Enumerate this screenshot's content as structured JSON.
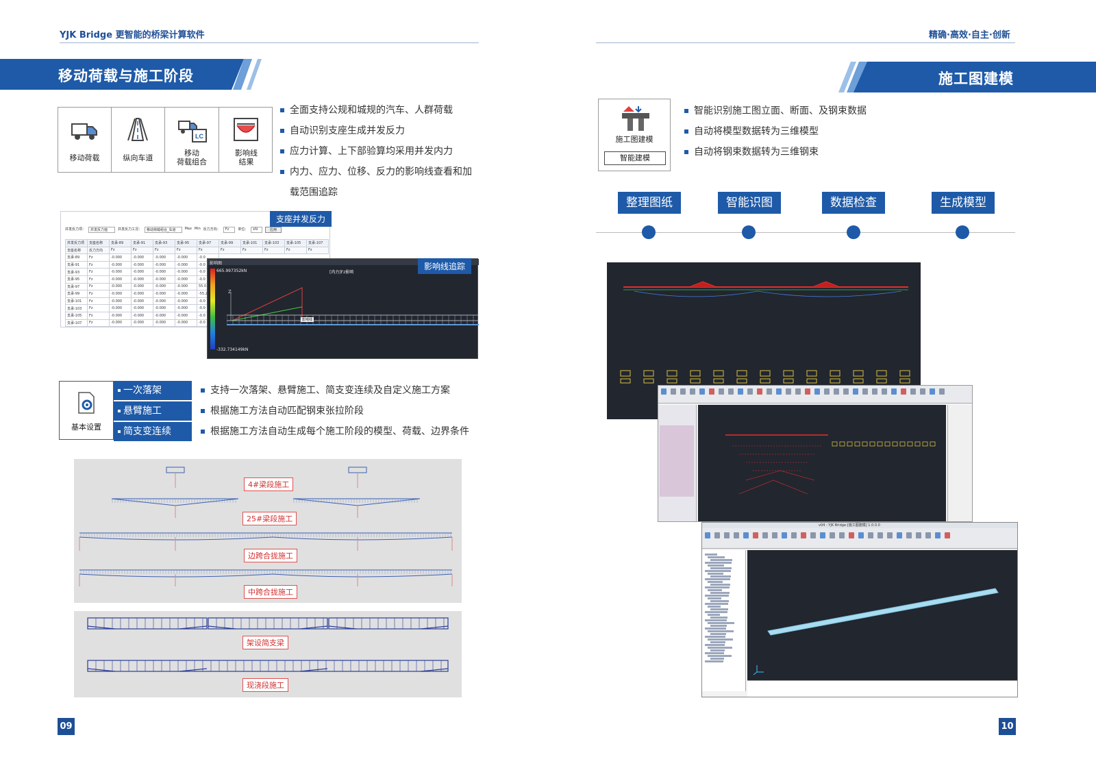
{
  "header": {
    "left_title": "YJK Bridge 更智能的桥梁计算软件",
    "right_title": "精确·高效·自主·创新"
  },
  "left": {
    "section_title": "移动荷载与施工阶段",
    "icon_items": [
      {
        "label": "移动荷载",
        "icon": "truck-icon"
      },
      {
        "label": "纵向车道",
        "icon": "lane-icon"
      },
      {
        "label": "移动\n荷载组合",
        "icon": "load-combo-icon"
      },
      {
        "label": "影响线\n结果",
        "icon": "influence-line-icon"
      }
    ],
    "icon_badge": "LC",
    "bullets_top": [
      "全面支持公规和城规的汽车、人群荷载",
      "自动识别支座生成并发反力",
      "应力计算、上下部验算均采用并发内力",
      "内力、应力、位移、反力的影响线查看和加载范围追踪"
    ],
    "shot_tags": {
      "reaction": "支座并发反力",
      "influence": "影响线追踪"
    },
    "reaction_table": {
      "controls": [
        "并发反力项：",
        "并发反力值",
        "并发反力工况：",
        "移动荷载组合_车道",
        "Max",
        "Min",
        "反力方向：",
        "Fz",
        "单位：",
        "kN",
        "应用"
      ],
      "header": [
        "并发反力项",
        "支座名称",
        "支承-89",
        "支承-91",
        "支承-93",
        "支承-95",
        "支承-97",
        "支承-99",
        "支承-101",
        "支承-103",
        "支承-105",
        "支承-107"
      ],
      "sub": [
        "支座名称",
        "反力方向",
        "Fz",
        "Fz",
        "Fz",
        "Fz",
        "Fz",
        "Fz",
        "Fz",
        "Fz",
        "Fz",
        "Fz"
      ],
      "rows": [
        [
          "支承-89",
          "Fz",
          "-0.000",
          "-0.000",
          "-0.000",
          "-0.000",
          "-0.0"
        ],
        [
          "支承-91",
          "Fz",
          "-0.000",
          "-0.000",
          "-0.000",
          "-0.000",
          "-0.0"
        ],
        [
          "支承-93",
          "Fz",
          "-0.000",
          "-0.000",
          "-0.000",
          "-0.000",
          "-0.0"
        ],
        [
          "支承-95",
          "Fz",
          "-0.000",
          "-0.000",
          "-0.000",
          "-0.000",
          "-0.0"
        ],
        [
          "支承-97",
          "Fz",
          "-0.000",
          "-0.000",
          "-0.000",
          "-0.000",
          "55.0"
        ],
        [
          "支承-99",
          "Fz",
          "-0.000",
          "-0.000",
          "-0.000",
          "-0.000",
          "-55.2"
        ],
        [
          "支承-101",
          "Fz",
          "-0.000",
          "-0.000",
          "-0.000",
          "-0.000",
          "-0.0"
        ],
        [
          "支承-103",
          "Fz",
          "-0.000",
          "-0.000",
          "-0.000",
          "-0.000",
          "-0.0"
        ],
        [
          "支承-105",
          "Fz",
          "-0.000",
          "-0.000",
          "-0.000",
          "-0.000",
          "-0.0"
        ],
        [
          "支承-107",
          "Fz",
          "-0.000",
          "-0.000",
          "-0.000",
          "-0.000",
          "-0.0"
        ]
      ]
    },
    "influence": {
      "panel_label": "影响图",
      "max_value": "665.997352kN",
      "min_value": "-332.734149kN",
      "caption": "[内力]Fz影响",
      "marker": "影响线",
      "axis": "Z"
    },
    "basic_settings_label": "基本设置",
    "construction_methods": [
      "一次落架",
      "悬臂施工",
      "简支变连续"
    ],
    "bullets_bottom": [
      "支持一次落架、悬臂施工、简支变连续及自定义施工方案",
      "根据施工方法自动匹配钢束张拉阶段",
      "根据施工方法自动生成每个施工阶段的模型、荷载、边界条件"
    ],
    "cantilever_stages": [
      "4#梁段施工",
      "25#梁段施工",
      "边跨合拢施工",
      "中跨合拢施工"
    ],
    "simple_stages": [
      "架设简支梁",
      "现浇段施工"
    ],
    "page_number": "09"
  },
  "right": {
    "section_title": "施工图建模",
    "module_label": "施工图建模",
    "module_button": "智能建模",
    "bullets": [
      "智能识别施工图立面、断面、及钢束数据",
      "自动将模型数据转为三维模型",
      "自动将钢束数据转为三维钢束"
    ],
    "steps": [
      "整理图纸",
      "智能识图",
      "数据检查",
      "生成模型"
    ],
    "window_title": "v04 - YJK Bridge-[施工图建模] 1.0.0.0",
    "page_number": "10"
  },
  "colors": {
    "brand": "#1e5aa8",
    "accent_light": "#6d9fd8",
    "cad_bg": "#22262f",
    "stage_red": "#d03030"
  }
}
